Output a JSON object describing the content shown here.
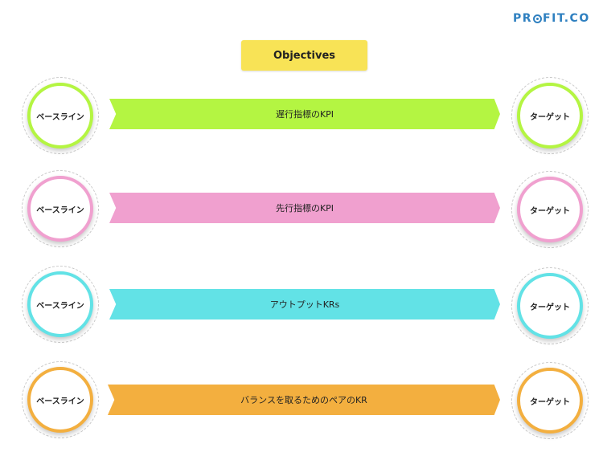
{
  "logo": {
    "part1": "PR",
    "part2": "FIT.CO"
  },
  "objectives": {
    "label": "Objectives"
  },
  "rows": [
    {
      "left": "ベースライン",
      "bar": "遅行指標のKPI",
      "right": "ターゲット",
      "color": "#b4f542"
    },
    {
      "left": "ベースライン",
      "bar": "先行指標のKPI",
      "right": "ターゲット",
      "color": "#f0a0cf"
    },
    {
      "left": "ベースライン",
      "bar": "アウトプットKRs",
      "right": "ターゲット",
      "color": "#62e2e6"
    },
    {
      "left": "ベースライン",
      "bar": "バランスを取るためのペアのKR",
      "right": "ターゲット",
      "color": "#f3af3f"
    }
  ]
}
